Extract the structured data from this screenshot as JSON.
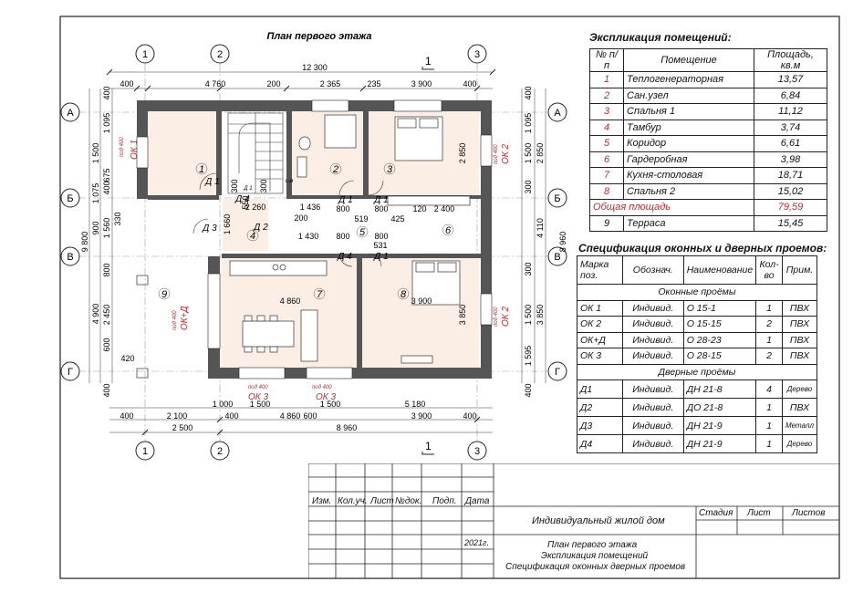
{
  "plan": {
    "title": "План первого этажа",
    "axes_letters": [
      "А",
      "Б",
      "В",
      "Г"
    ],
    "axes_numbers": [
      "1",
      "2",
      "3"
    ],
    "section_marker": "1",
    "top_dims_row1": [
      "400",
      "4 760",
      "200",
      "2 365",
      "235",
      "3 900",
      "400"
    ],
    "top_dims_total": "12 300",
    "bottom_dims_row1": [
      "400",
      "2 100",
      "400",
      "4 860",
      "600",
      "3 900",
      "400"
    ],
    "bottom_dims_row2": [
      "1 000",
      "1 500",
      "1 500",
      "5 180"
    ],
    "bottom_dims_row3": [
      "2 500",
      "8 960"
    ],
    "left_dims_col1": [
      "400",
      "1 095",
      "1 500",
      "675",
      "1 075",
      "400",
      "900",
      "800",
      "4 900",
      "2 450",
      "600",
      "420",
      "400"
    ],
    "left_dims_total": "9 800",
    "right_dims_col1": [
      "400",
      "1 095",
      "1 500",
      "2 850",
      "300",
      "4 110",
      "300",
      "1 500",
      "3 850",
      "1 595",
      "400"
    ],
    "right_dims_total": "8 960",
    "inner_dims": [
      "2 260",
      "1 436",
      "800",
      "800",
      "120",
      "2 400",
      "519",
      "425",
      "1 430",
      "800",
      "800",
      "531",
      "200",
      "1 660",
      "550",
      "300",
      "330",
      "1 560",
      "4 860",
      "3 900",
      "3 850",
      "300",
      "2 850"
    ],
    "room_numbers": [
      "1",
      "2",
      "3",
      "4",
      "5",
      "6",
      "7",
      "8",
      "9"
    ],
    "door_tags": [
      "Д 1",
      "Д 1",
      "Д 1",
      "Д 2",
      "Д 3",
      "Д 4",
      "Д 4",
      "Д 1",
      "Д 1"
    ],
    "window_tags": [
      "ОК 1",
      "ОК 2",
      "ОК 2",
      "ОК+Д",
      "ОК 3",
      "ОК 3"
    ],
    "window_heights": [
      "под 400",
      "под 400",
      "под 400",
      "под 400",
      "под 400",
      "под 400"
    ],
    "small_labels": [
      "с.м"
    ]
  },
  "explication": {
    "title": "Экспликация помещений:",
    "headers": [
      "№ п/п",
      "Помещение",
      "Площадь, кв.м"
    ],
    "rows": [
      [
        "1",
        "Теплогенераторная",
        "13,57"
      ],
      [
        "2",
        "Сан.узел",
        "6,84"
      ],
      [
        "3",
        "Спальня 1",
        "11,12"
      ],
      [
        "4",
        "Тамбур",
        "3,74"
      ],
      [
        "5",
        "Коридор",
        "6,61"
      ],
      [
        "6",
        "Гардеробная",
        "3,98"
      ],
      [
        "7",
        "Кухня-столовая",
        "18,71"
      ],
      [
        "8",
        "Спальня 2",
        "15,02"
      ]
    ],
    "total_label": "Общая площадь",
    "total_value": "79,59",
    "extra_row": [
      "9",
      "Терраса",
      "15,45"
    ]
  },
  "spec": {
    "title": "Спецификация оконных и дверных проемов:",
    "headers": [
      "Марка поз.",
      "Обознач.",
      "Наименование",
      "Кол-во",
      "Прим."
    ],
    "windows_header": "Оконные проёмы",
    "windows": [
      [
        "ОК 1",
        "Индивид.",
        "О 15-1",
        "1",
        "ПВХ"
      ],
      [
        "ОК 2",
        "Индивид.",
        "О 15-15",
        "2",
        "ПВХ"
      ],
      [
        "ОК+Д",
        "Индивид.",
        "О 28-23",
        "1",
        "ПВХ"
      ],
      [
        "ОК 3",
        "Индивид.",
        "О 28-15",
        "2",
        "ПВХ"
      ]
    ],
    "doors_header": "Дверные проёмы",
    "doors": [
      [
        "Д1",
        "Индивид.",
        "ДН 21-8",
        "4",
        "Дерево"
      ],
      [
        "Д2",
        "Индивид.",
        "ДО 21-8",
        "1",
        "ПВХ"
      ],
      [
        "Д3",
        "Индивид.",
        "ДН 21-9",
        "1",
        "Металл"
      ],
      [
        "Д4",
        "Индивид.",
        "ДН 21-9",
        "1",
        "Дерево"
      ]
    ]
  },
  "stamp": {
    "cols": [
      "Изм.",
      "Кол.уч.",
      "Лист",
      "№док.",
      "Подп.",
      "Дата"
    ],
    "year": "2021г.",
    "project": "Индивидуальный жилой дом",
    "stage_cols": [
      "Стадия",
      "Лист",
      "Листов"
    ],
    "sheet_lines": [
      "План первого этажа",
      "Экспликация помещений",
      "Спецификация оконных  дверных проемов"
    ]
  },
  "colors": {
    "wall": "#555555",
    "room_fill": "#fbeee4",
    "line": "#222222",
    "accent": "#b03030"
  }
}
